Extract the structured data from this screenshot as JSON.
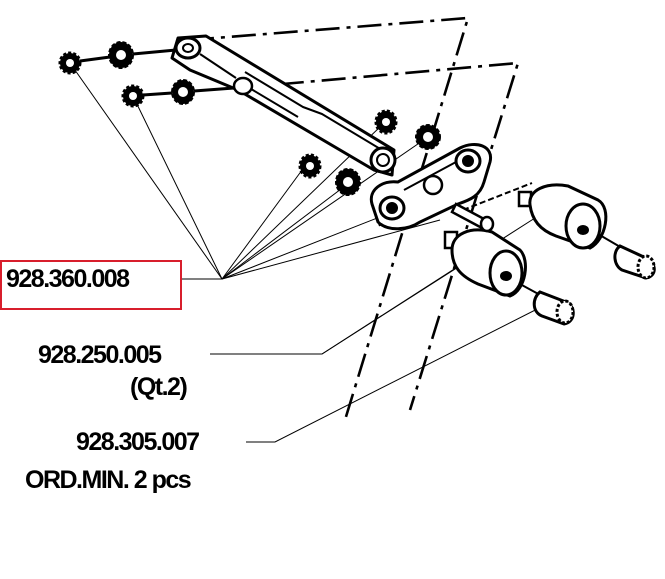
{
  "parts": [
    {
      "id": "part-928-360-008",
      "code": "928.360.008",
      "highlighted": true
    },
    {
      "id": "part-928-250-005",
      "code": "928.250.005",
      "quantity_note": "(Qt.2)"
    },
    {
      "id": "part-928-305-007",
      "code": "928.305.007",
      "min_order_note": "ORD.MIN. 2 pcs"
    }
  ],
  "colors": {
    "highlight": "#d81e2c",
    "ink": "#000000",
    "background": "#ffffff"
  }
}
